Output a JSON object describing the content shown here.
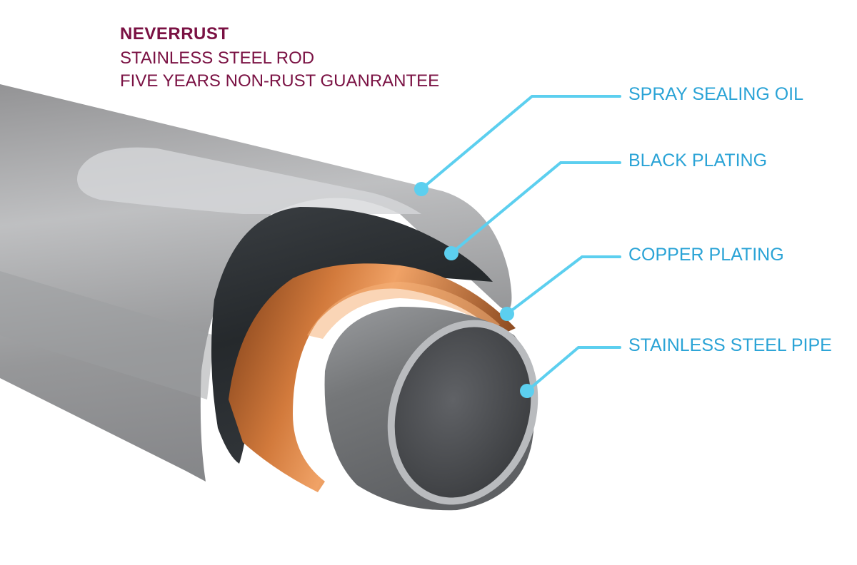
{
  "header": {
    "brand": "NEVERRUST",
    "line1": "STAINLESS STEEL ROD",
    "line2": "FIVE YEARS NON-RUST GUANRANTEE"
  },
  "layers": [
    {
      "label": "SPRAY SEALING OIL"
    },
    {
      "label": "BLACK PLATING"
    },
    {
      "label": "COPPER PLATING"
    },
    {
      "label": "STAINLESS STEEL PIPE"
    }
  ],
  "colors": {
    "brand_text": "#7a1143",
    "callout": "#2aa3d6",
    "callout_line": "#5ccfef",
    "copper": "#b5602a",
    "black_plating": "#2b2f33",
    "steel": "#6d6f72"
  }
}
